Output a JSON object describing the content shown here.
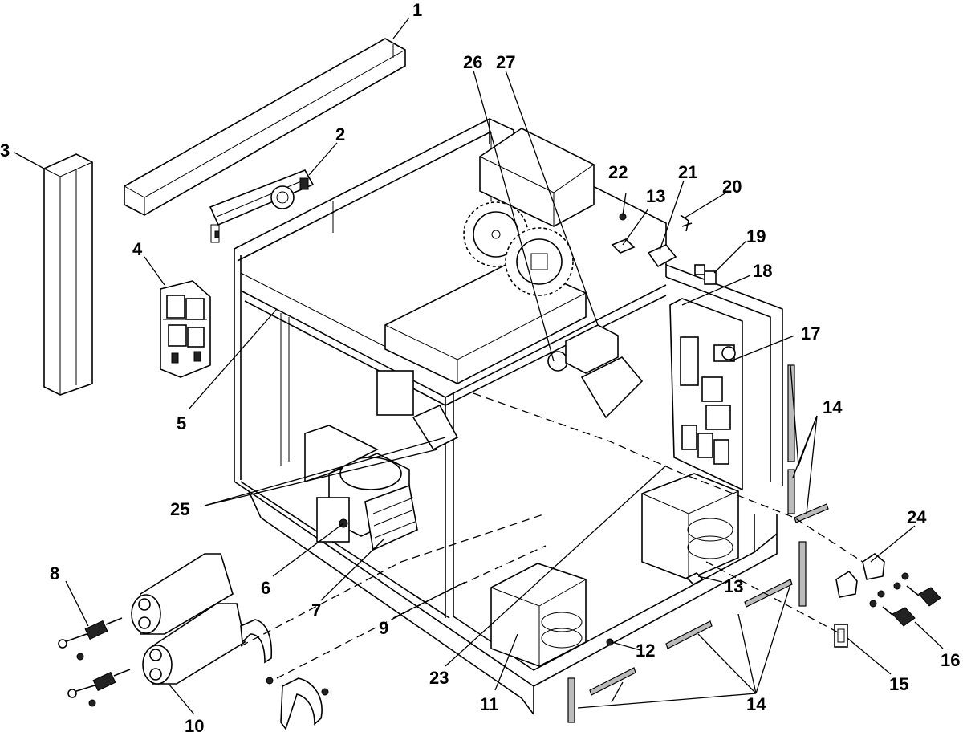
{
  "callouts": {
    "c1": "1",
    "c2": "2",
    "c3": "3",
    "c4": "4",
    "c5": "5",
    "c6": "6",
    "c7": "7",
    "c8": "8",
    "c9": "9",
    "c10": "10",
    "c11": "11",
    "c12": "12",
    "c13a": "13",
    "c13b": "13",
    "c14a": "14",
    "c14b": "14",
    "c15": "15",
    "c16": "16",
    "c17": "17",
    "c18": "18",
    "c19": "19",
    "c20": "20",
    "c21": "21",
    "c22": "22",
    "c23": "23",
    "c24": "24",
    "c25": "25",
    "c26": "26",
    "c27": "27"
  }
}
